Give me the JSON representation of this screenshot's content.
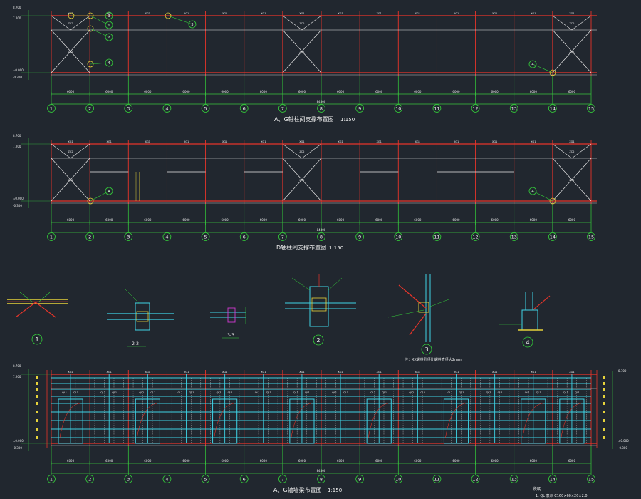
{
  "colors": {
    "background": "#21272f",
    "grid_axis": "#34d13a",
    "frame_red": "#e8342a",
    "brace_white": "#e8e8e8",
    "purlin_cyan": "#3fd3e6",
    "label_white": "#f2f2f2",
    "dim_green": "#38c53e",
    "accent_yellow": "#e6d23a",
    "magenta": "#d23ad2"
  },
  "axis_labels": [
    "1",
    "2",
    "3",
    "4",
    "5",
    "6",
    "7",
    "8",
    "9",
    "10",
    "11",
    "12",
    "13",
    "14",
    "15"
  ],
  "plans": [
    {
      "id": "plan-ag-brace",
      "title": "A、G轴柱间支撑布置图",
      "scale": "1:150"
    },
    {
      "id": "plan-d-brace",
      "title": "D轴柱间支撑布置图",
      "scale": "1:150"
    },
    {
      "id": "plan-ag-wall",
      "title": "A、G轴墙梁布置图",
      "scale": "1:150"
    }
  ],
  "callouts": {
    "top": [
      "3",
      "1",
      "2",
      "3",
      "4",
      "4"
    ],
    "middle": [
      "4",
      "4"
    ]
  },
  "details": [
    {
      "id": "detail-1",
      "tag": "1"
    },
    {
      "id": "detail-2-2",
      "tag": "2-2"
    },
    {
      "id": "detail-3-3",
      "tag": "3-3"
    },
    {
      "id": "detail-2",
      "tag": "2"
    },
    {
      "id": "detail-3",
      "tag": "3"
    },
    {
      "id": "detail-4",
      "tag": "4"
    }
  ],
  "elevations": {
    "top": "8.700",
    "eave": "7.200",
    "base": "±0.000",
    "below": "-0.300"
  },
  "note": "注：XX螺栓孔径比螺栓直径大2mm",
  "legend": {
    "title": "说明：",
    "line1": "1. QL  表示 C160×60×20×2.0"
  },
  "dims": {
    "bay": "6000",
    "first_bay": "6000",
    "total": "84000"
  }
}
